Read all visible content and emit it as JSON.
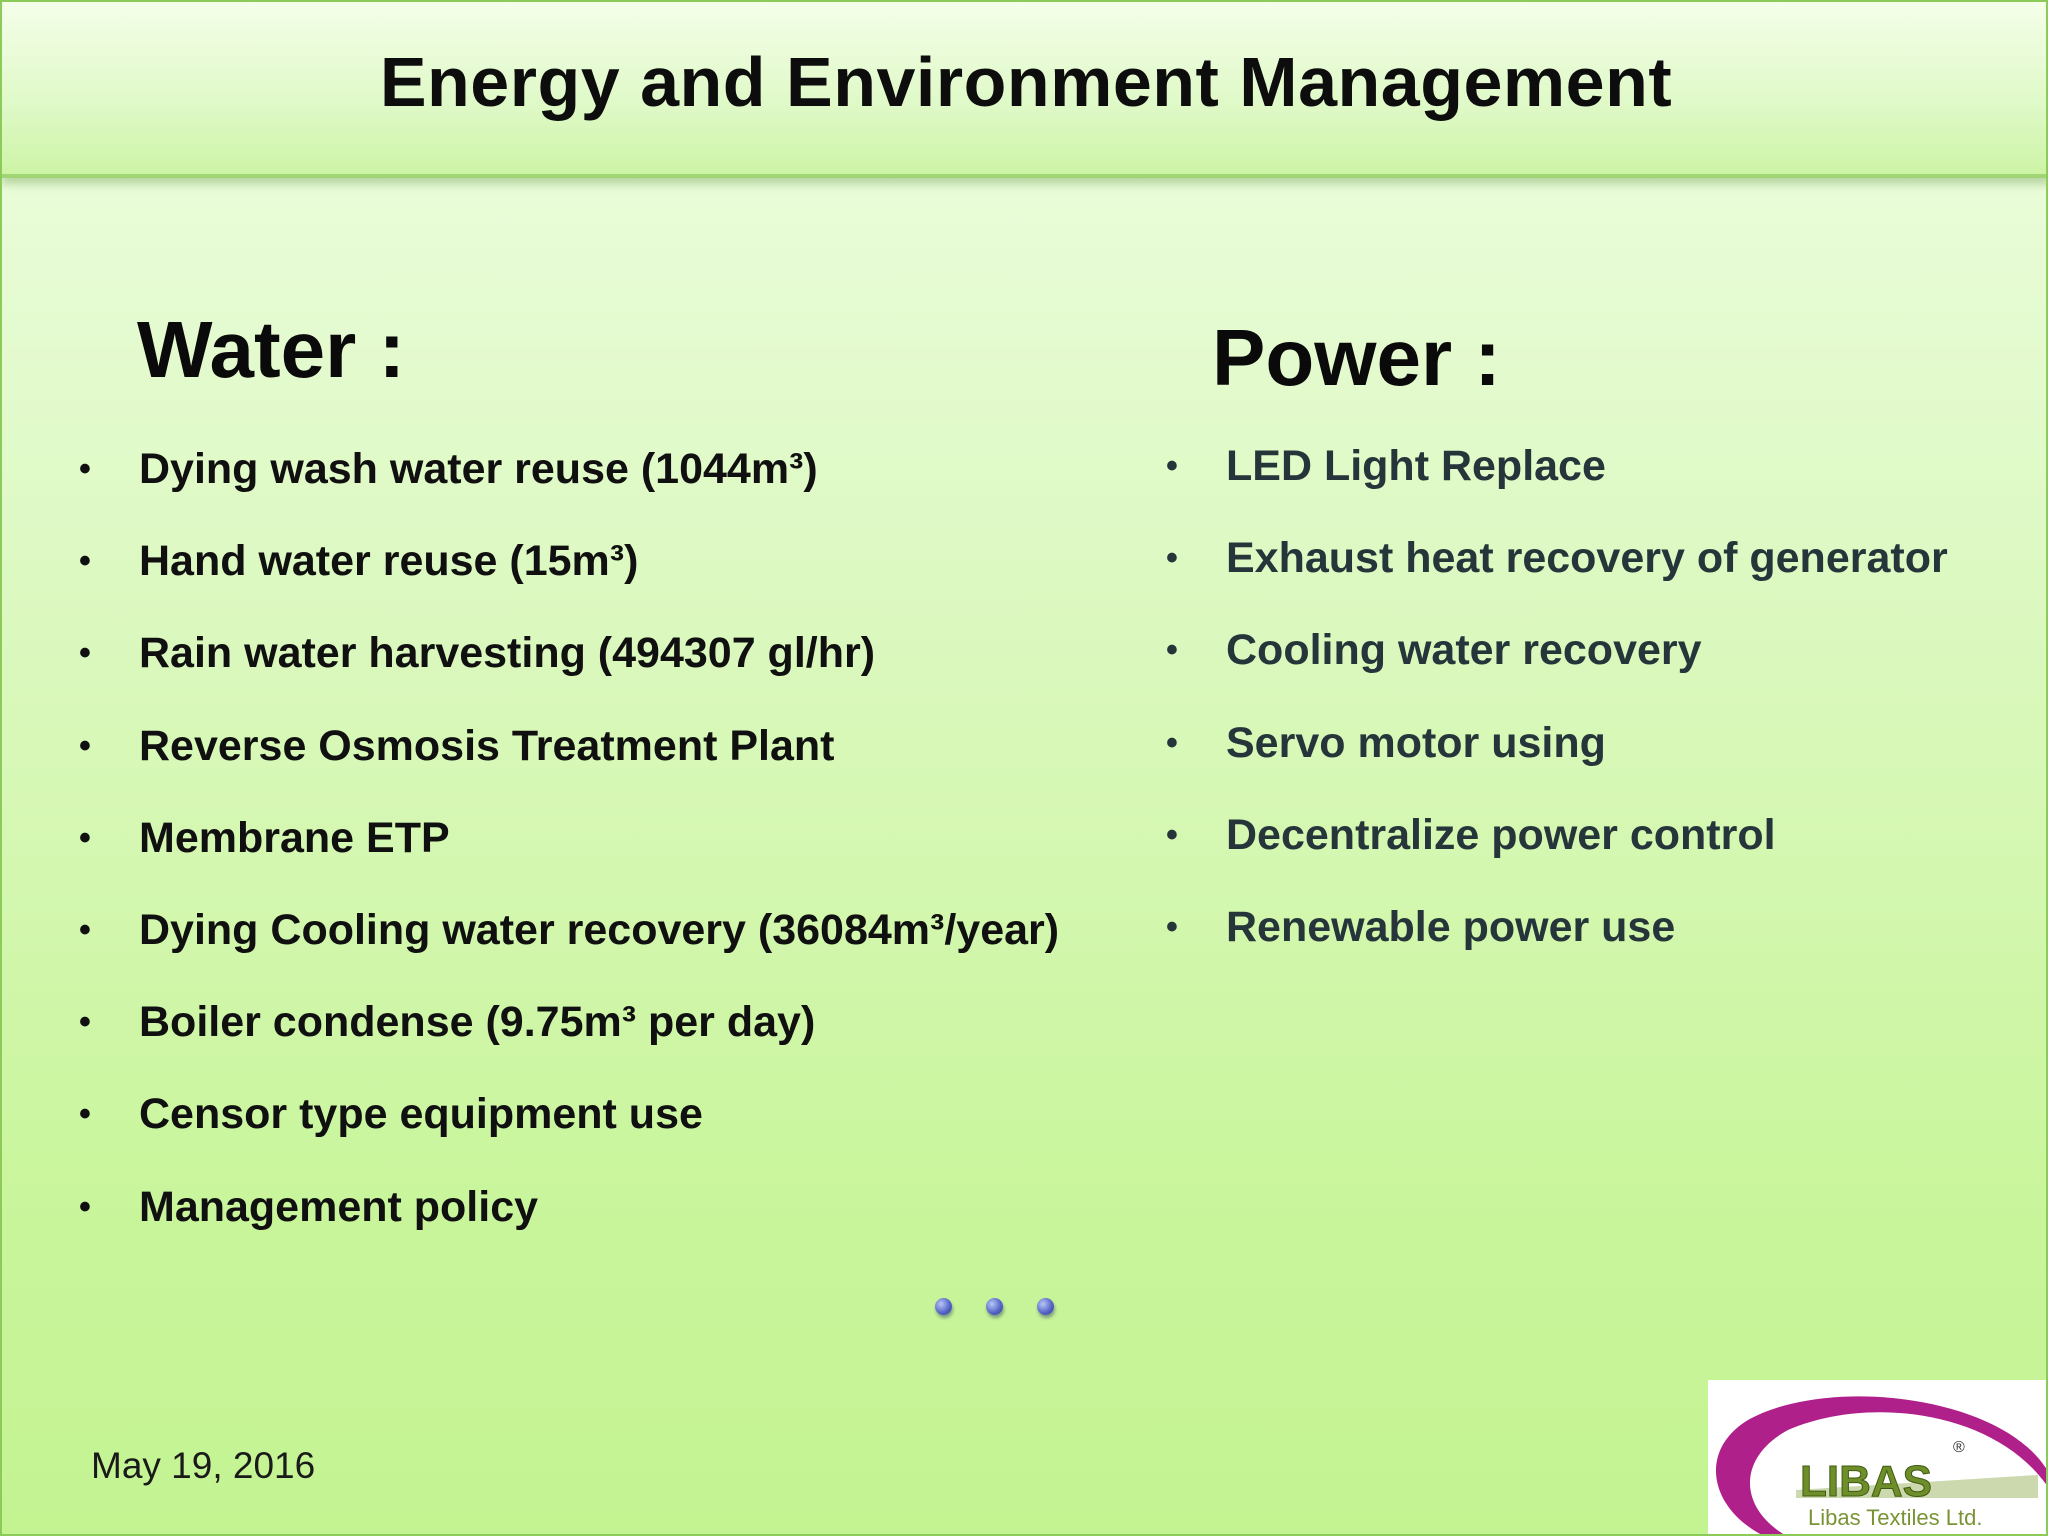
{
  "slide": {
    "title": "Energy and Environment Management",
    "date": "May 19, 2016"
  },
  "water": {
    "heading": "Water :",
    "items": [
      "Dying wash water reuse (1044m³)",
      "Hand water reuse (15m³)",
      "Rain water harvesting (494307 gl/hr)",
      "Reverse Osmosis Treatment Plant",
      "Membrane ETP",
      "Dying Cooling water recovery (36084m³/year)",
      "Boiler condense (9.75m³ per day)",
      "Censor type equipment use",
      "Management policy"
    ]
  },
  "power": {
    "heading": "Power :",
    "items": [
      "LED Light Replace",
      "Exhaust heat recovery of generator",
      "Cooling water recovery",
      "Servo motor using",
      "Decentralize power control",
      "Renewable power use"
    ]
  },
  "logo": {
    "brand": "LIBAS",
    "tagline": "Libas Textiles Ltd.",
    "registered_mark": "®"
  },
  "colors": {
    "background": "#d6f7b4",
    "logo_swoosh": "#b0208a",
    "logo_text": "#6e8e2a",
    "nav_dots": "#5868c8"
  },
  "icons": {
    "bullet": "•",
    "nav_dot": "circle"
  }
}
